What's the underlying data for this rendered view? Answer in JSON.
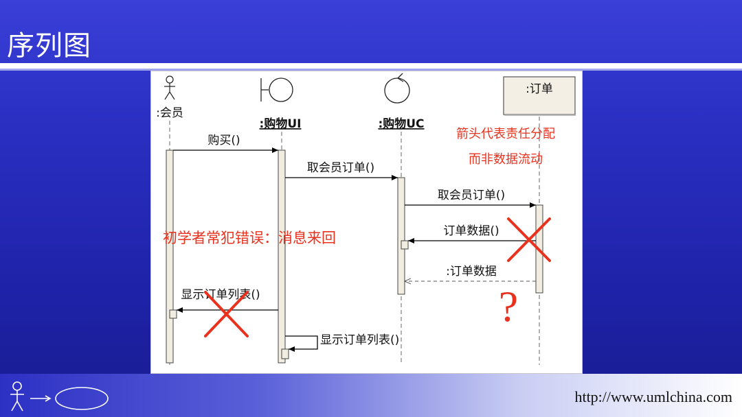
{
  "slide": {
    "title": "序列图",
    "footer_url": "http://www.umlchina.com"
  },
  "diagram": {
    "lifelines": [
      {
        "name": ":会员",
        "kind": "actor"
      },
      {
        "name": ":购物UI",
        "kind": "boundary"
      },
      {
        "name": ":购物UC",
        "kind": "control"
      },
      {
        "name": ":订单",
        "kind": "entity"
      }
    ],
    "messages": [
      {
        "label": "购买()",
        "from": ":会员",
        "to": ":购物UI",
        "style": "sync"
      },
      {
        "label": "取会员订单()",
        "from": ":购物UI",
        "to": ":购物UC",
        "style": "sync"
      },
      {
        "label": "取会员订单()",
        "from": ":购物UC",
        "to": ":订单",
        "style": "sync"
      },
      {
        "label": "订单数据()",
        "from": ":订单",
        "to": ":购物UC",
        "style": "sync"
      },
      {
        "label": ":订单数据",
        "from": ":订单",
        "to": ":购物UC",
        "style": "return"
      },
      {
        "label": "显示订单列表()",
        "from": ":购物UI",
        "to": ":会员",
        "style": "sync"
      },
      {
        "label": "显示订单列表()",
        "from": ":购物UI",
        "to": ":购物UI",
        "style": "self"
      }
    ],
    "annotations": {
      "note_line1": "箭头代表责任分配",
      "note_line2": "而非数据流动",
      "mistake": "初学者常犯错误：消息来回",
      "question": "?"
    },
    "colors": {
      "annotation_red": "#e8321e",
      "entity_fill": "#f3efe4"
    }
  }
}
